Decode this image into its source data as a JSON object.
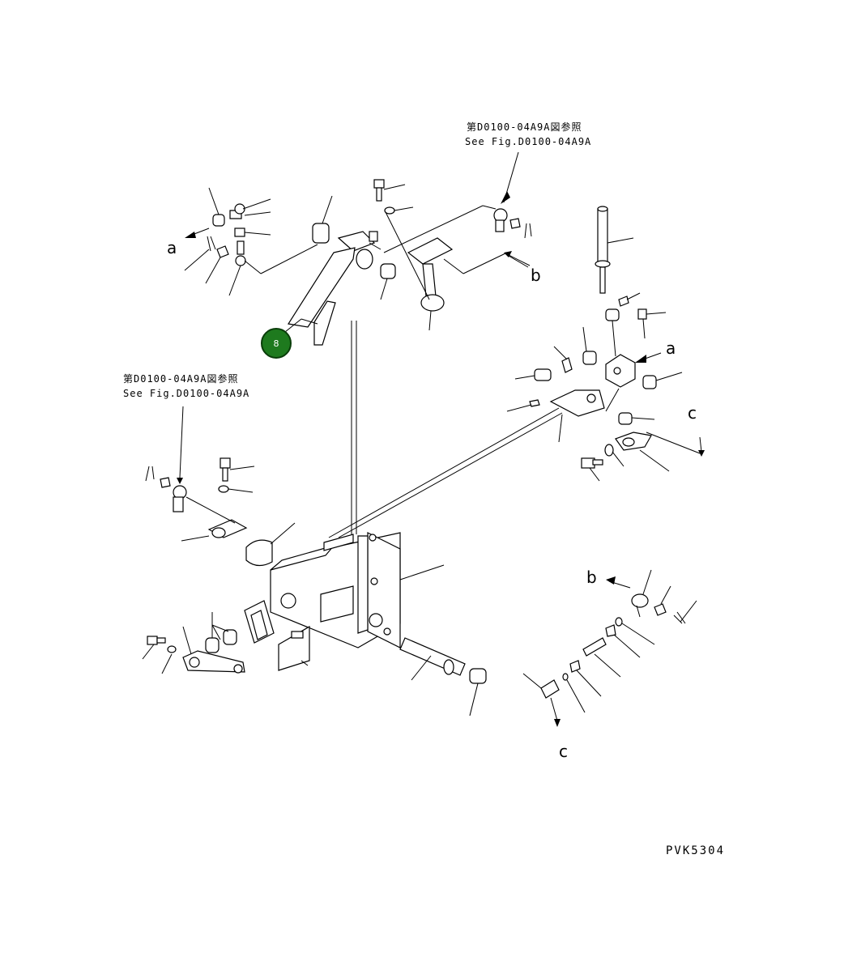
{
  "references": {
    "top": {
      "jp": "第D0100-04A9A図参照",
      "en": "See Fig.D0100-04A9A"
    },
    "left": {
      "jp": "第D0100-04A9A図参照",
      "en": "See Fig.D0100-04A9A"
    }
  },
  "connection_labels": {
    "a_left": "a",
    "a_right": "a",
    "b_top": "b",
    "b_bottom": "b",
    "c_right": "c",
    "c_bottom": "c"
  },
  "callout": {
    "number": "8",
    "color": "#1e7a1e"
  },
  "drawing_code": "PVK5304"
}
